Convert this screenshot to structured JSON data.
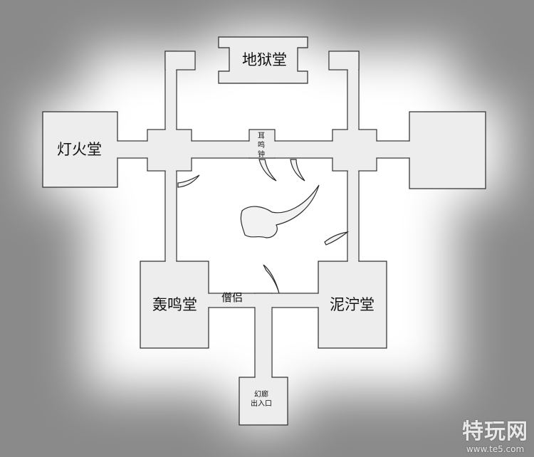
{
  "map": {
    "rooms": {
      "hell_hall": "地狱堂",
      "lamp_fire_hall": "灯火堂",
      "roar_hall": "轰鸣堂",
      "mud_hall": "泥泞堂"
    },
    "bell": [
      "耳",
      "鸣",
      "钟"
    ],
    "monk": "僧侣",
    "exit": [
      "幻廊",
      "出入口"
    ]
  },
  "watermark": {
    "brand": "特玩网",
    "site": "www.te5.com"
  },
  "colors": {
    "floor": "#ededed",
    "wall": "#2a2a2a",
    "fog": "#7f7f7f"
  }
}
